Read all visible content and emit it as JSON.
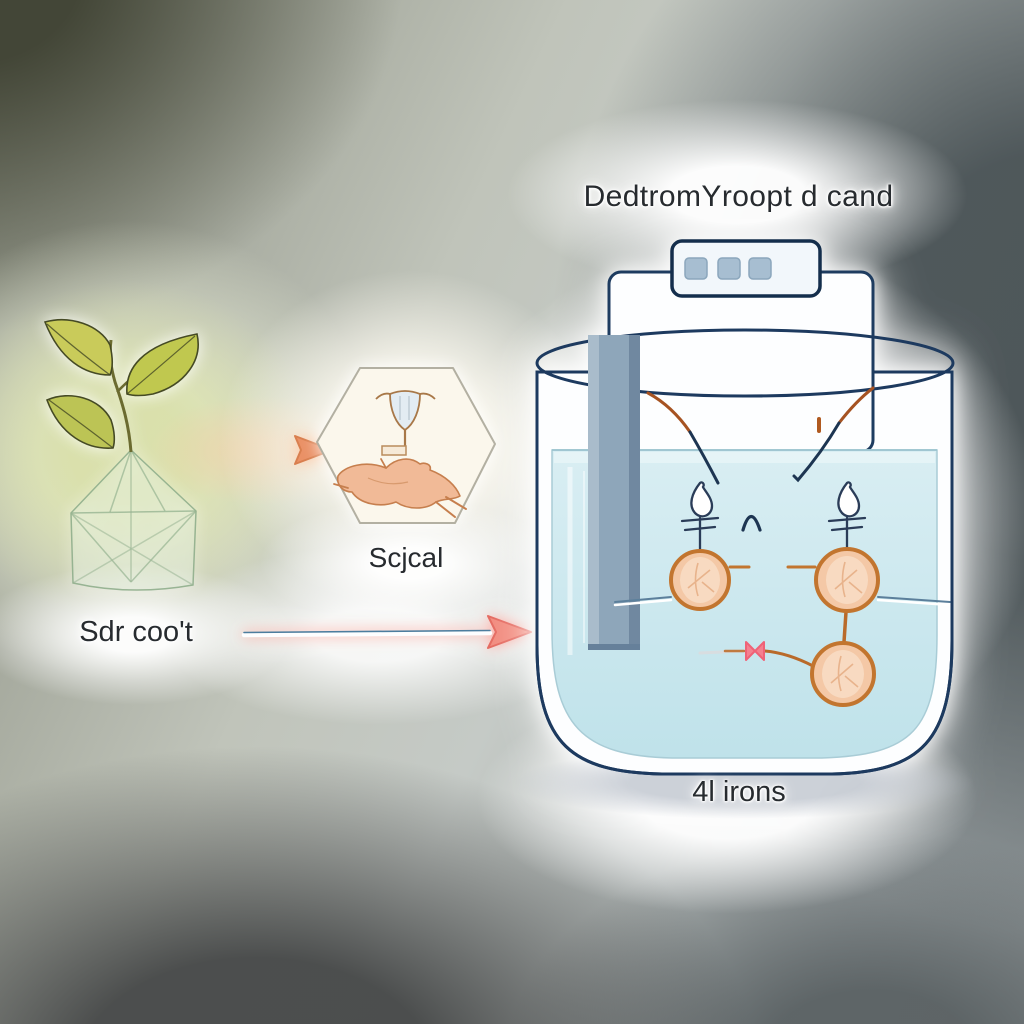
{
  "title": {
    "text": "DedtromYroopt d cand"
  },
  "plant": {
    "label": "Sdr coo't"
  },
  "hexagon": {
    "label": "Scjcal"
  },
  "beaker": {
    "label": "4l irons",
    "indicator_squares": 3,
    "ion_count": 3
  },
  "colors": {
    "leaf_green": "#c6c95c",
    "wireframe_green": "#8fae8c",
    "hexagon_fill": "#fbf7ec",
    "animal_tan": "#f1ba97",
    "navy_outline": "#1d3a5f",
    "electrode_blue": "#8ea6ba",
    "liquid_blue": "#cde8ef",
    "ion_stroke": "#c2752f",
    "ion_fill": "#f4c8a6",
    "wire_orange": "#a65322",
    "valve_pink": "#ef6277",
    "arrow_orange": "#ea9166",
    "arrow_red": "#f28b7e",
    "text": "#272b2f"
  },
  "icons": {
    "plant-sprout-icon": "svg-leaves",
    "terrarium-wireframe-icon": "svg-polyhedron",
    "conversion-arrow-icon": "svg-right-arrow",
    "animal-badge-icon": "svg-hexagon-animal-goblet",
    "flow-arrow-icon": "svg-long-right-arrow",
    "power-supply-icon": "svg-rounded-rect",
    "indicator-squares-icon": "svg-three-squares",
    "electrode-icon": "svg-blue-bar",
    "ion-particle-icon": "svg-orange-circle",
    "balloon-marker-icon": "svg-droplet-on-stand",
    "valve-icon": "svg-pink-bowtie",
    "arc-icon": "svg-small-arch"
  }
}
